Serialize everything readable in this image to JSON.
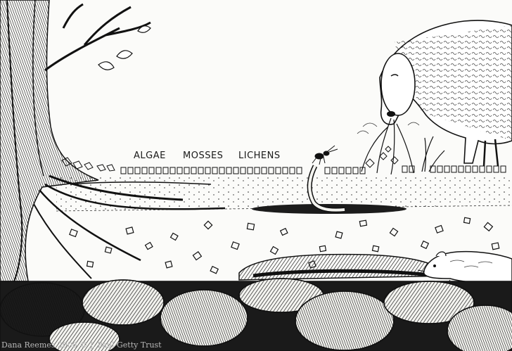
{
  "labels": {
    "algae": "ALGAE",
    "mosses": "MOSSES",
    "lichens": "LICHENS"
  },
  "credit": "Dana Reemes 2008 © J. Paul Getty Trust",
  "colors": {
    "ink": "#1a1a1a",
    "paper": "#fbfbf9",
    "credit": "#b8b8b8"
  },
  "figures": [
    "tree-with-roots",
    "sheep-grazing",
    "worm-burrow",
    "insect",
    "rodent-in-burrow",
    "boulders"
  ]
}
